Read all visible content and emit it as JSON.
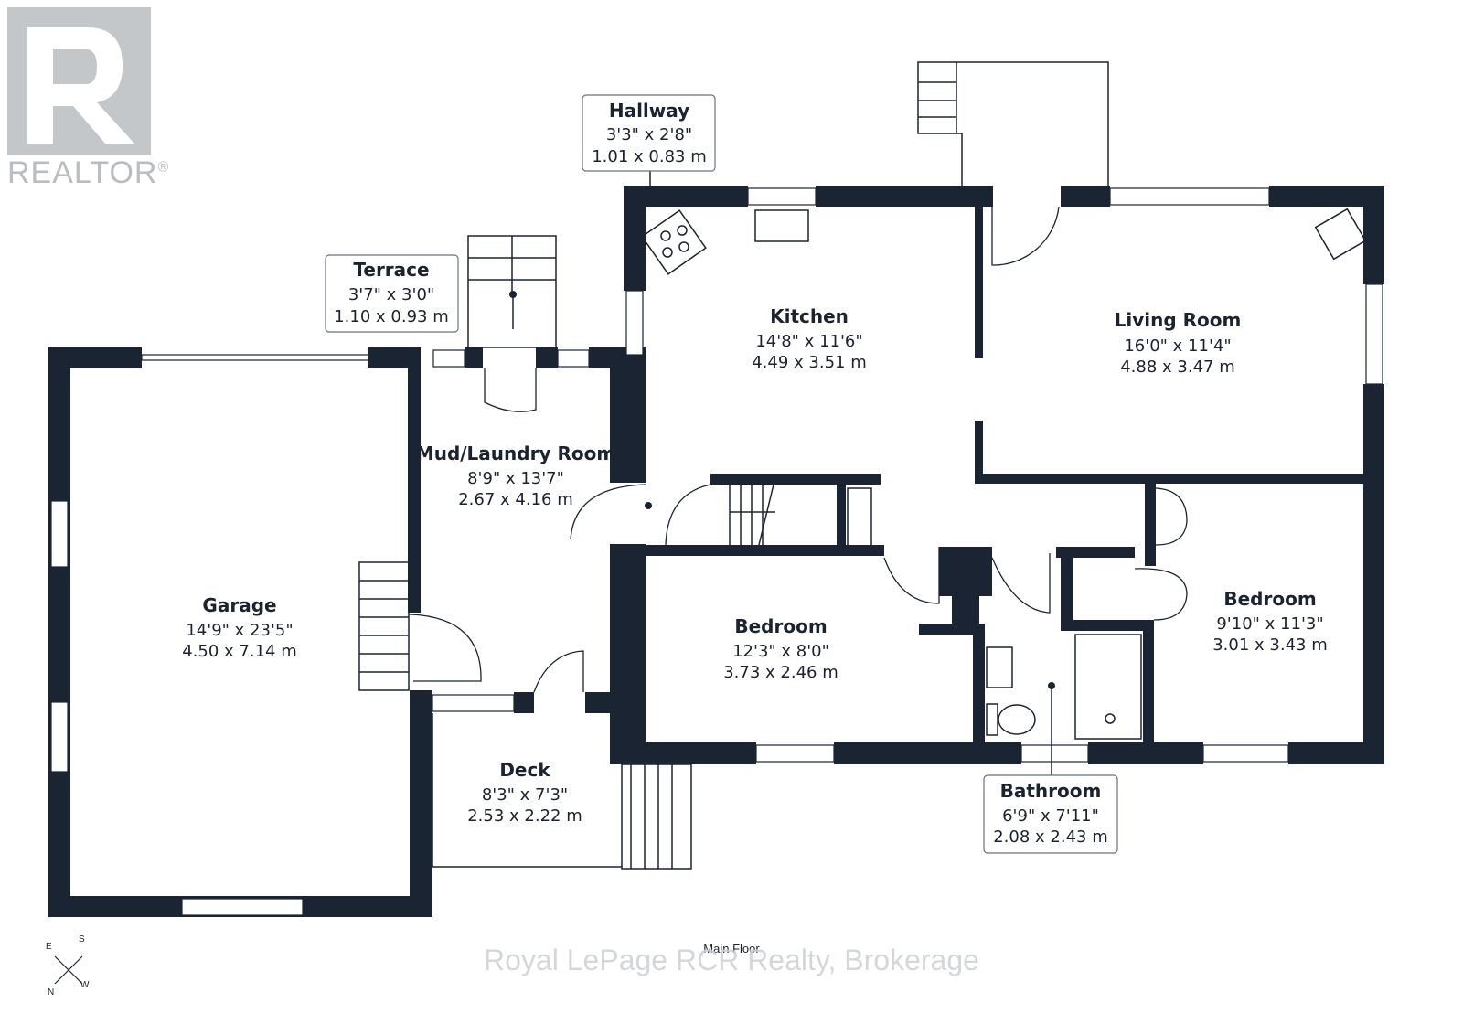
{
  "logo": {
    "text": "REALTOR",
    "mark": "®",
    "color": "#b9bcc0"
  },
  "rooms": [
    {
      "id": "kitchen",
      "name": "Kitchen",
      "imperial": "14'8\" x 11'6\"",
      "metric": "4.49 x 3.51 m"
    },
    {
      "id": "living",
      "name": "Living Room",
      "imperial": "16'0\" x 11'4\"",
      "metric": "4.88 x 3.47 m"
    },
    {
      "id": "mud",
      "name": "Mud/Laundry Room",
      "imperial": "8'9\" x 13'7\"",
      "metric": "2.67 x 4.16 m"
    },
    {
      "id": "garage",
      "name": "Garage",
      "imperial": "14'9\" x 23'5\"",
      "metric": "4.50 x 7.14 m"
    },
    {
      "id": "bedroom1",
      "name": "Bedroom",
      "imperial": "12'3\" x 8'0\"",
      "metric": "3.73 x 2.46 m"
    },
    {
      "id": "bedroom2",
      "name": "Bedroom",
      "imperial": "9'10\" x 11'3\"",
      "metric": "3.01 x 3.43 m"
    },
    {
      "id": "deck",
      "name": "Deck",
      "imperial": "8'3\" x 7'3\"",
      "metric": "2.53 x 2.22 m"
    }
  ],
  "callouts": [
    {
      "id": "hallway",
      "name": "Hallway",
      "imperial": "3'3\" x 2'8\"",
      "metric": "1.01 x 0.83 m"
    },
    {
      "id": "terrace",
      "name": "Terrace",
      "imperial": "3'7\" x 3'0\"",
      "metric": "1.10 x 0.93 m"
    },
    {
      "id": "bathroom",
      "name": "Bathroom",
      "imperial": "6'9\" x 7'11\"",
      "metric": "2.08 x 2.43 m"
    }
  ],
  "floor_label": "Main Floor",
  "watermark": "Royal LePage RCR Realty, Brokerage",
  "compass": {
    "n": "N",
    "s": "S",
    "e": "E",
    "w": "W"
  },
  "colors": {
    "wall": "#1b2433",
    "text": "#1b2230"
  }
}
